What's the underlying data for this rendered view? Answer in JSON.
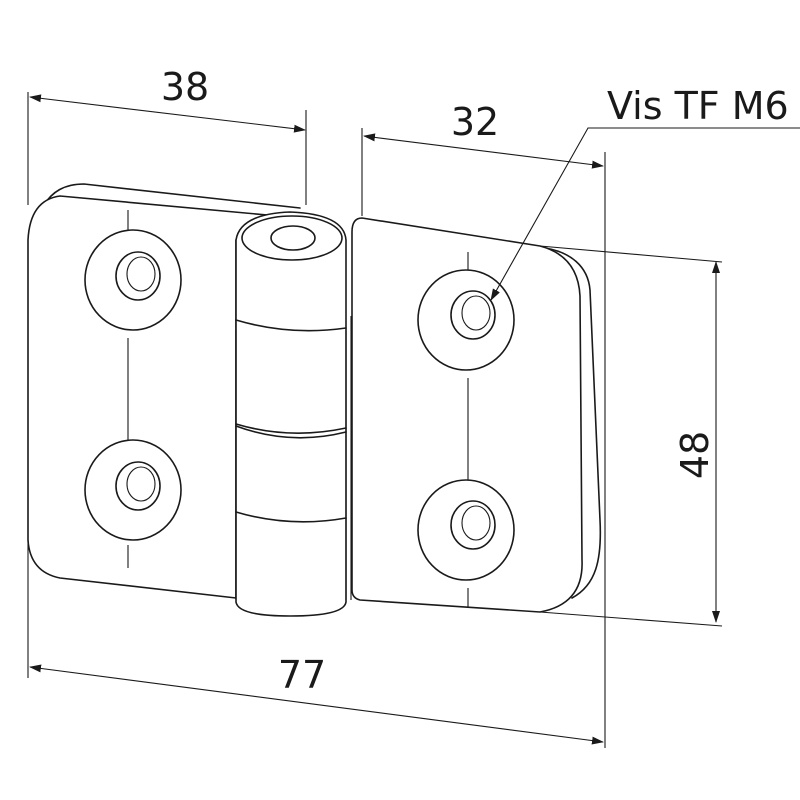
{
  "dimensions": {
    "left_leaf_width": "38",
    "right_leaf_width": "32",
    "total_width": "77",
    "height": "48"
  },
  "callout": {
    "screw_label": "Vis TF M6"
  },
  "colors": {
    "line": "#1a1a1a",
    "background": "#ffffff"
  }
}
